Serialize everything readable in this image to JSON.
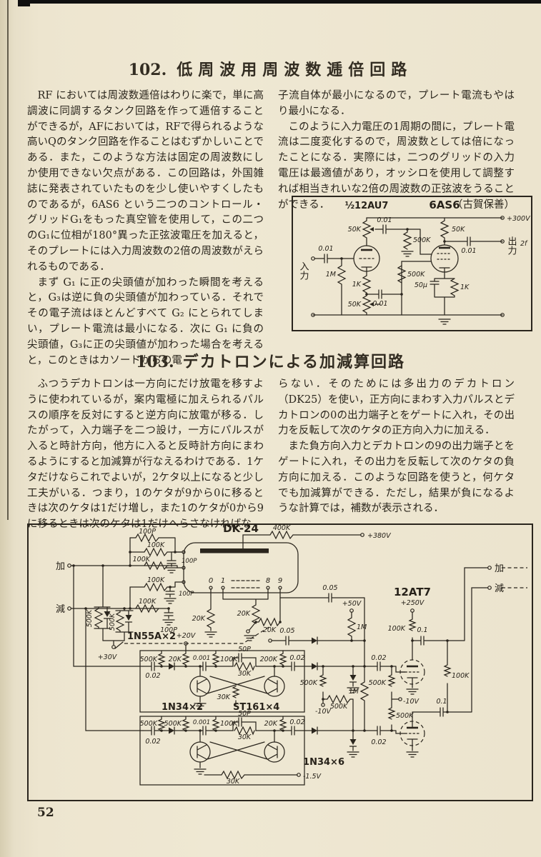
{
  "page": {
    "number": "52"
  },
  "sec102": {
    "number": "102.",
    "title": "低周波用周波数逓倍回路",
    "col1_p1": "RF においては周波数逓倍はわりに楽で，単に高調波に同調するタンク回路を作って逓倍することができるが，AFにおいては，RFで得られるような高いQのタンク回路を作ることはむずかしいことである．また，このような方法は固定の周波数にしか使用できない欠点がある．この回路は，外国雑誌に発表されていたものを少し使いやすくしたものであるが，6AS6 という二つのコントロール・グリッドG₁をもった真空管を使用して，この二つのG₁に位相が180°異った正弦波電圧を加えると，そのプレートには入力周波数の2倍の周波数がえられるものである．",
    "col1_p2": "まず G₁ に正の尖頭値が加わった瞬間を考えると，G₃は逆に負の尖頭値が加わっている．それでその電子流はほとんどすべて G₂ にとられてしまい，プレート電流は最小になる．次に G₁ に負の尖頭値，G₃に正の尖頭値が加わった場合を考えると，このときはカソードからの電",
    "col2_p1": "子流自体が最小になるので，プレート電流もやはり最小になる．",
    "col2_p2": "このように入力電圧の1周期の間に，プレート電流は二度変化するので，周波数としては倍になったことになる．実際には，二つのグリッドの入力電圧は最適値があり，オッシロを使用して調整すれば相当きれいな2倍の周波数の正弦波をうることができる．",
    "byline": "（古賀保善）"
  },
  "c1": {
    "tube1": "½12AU7",
    "tube2": "6AS6",
    "input": "入力",
    "output": "出力",
    "f2": "2f",
    "v300": "+300V",
    "cin": "0.01",
    "r1m": "1M",
    "pot1": "50K",
    "ccpl": "0.01",
    "rg500": "500K",
    "rk1k": "1K",
    "ck": "0.01",
    "rg2": "500K",
    "pot2": "50K",
    "rp": "50K",
    "cout": "0.01",
    "cke": "50μ",
    "rke": "1K"
  },
  "sec103": {
    "number": "103.",
    "title": "デカトロンによる加減算回路",
    "col1_p1": "ふつうデカトロンは一方向にだけ放電を移すように使われているが，案内電極に加えられるパルスの順序を反対にすると逆方向に放電が移る．したがって，入力端子を二つ設け，一方にパルスが入ると時計方向，他方に入ると反時計方向にまわるようにすると加減算が行なえるわけである．1ケタだけならこれでよいが，2ケタ以上になると少し工夫がいる．つまり，1のケタが9から0に移るときは次のケタは1だけ増し，また1のケタが0から9に移るときは次のケタは1だけへらさなければな",
    "col2_p1": "らない．そのためには多出力のデカトロン（DK25）を使い，正方向にまわす入力パルスとデカトロンの0の出力端子とをゲートに入れ，その出力を反転して次のケタの正方向入力に加える．",
    "col2_p2": "また負方向入力とデカトロンの9の出力端子とをゲートに入れ，その出力を反転して次のケタの負方向に加える．このような回路を使うと，何ケタでも加減算ができる．ただし，結果が負になるような計算では，補数が表示される．"
  },
  "c2": {
    "tube": "DK-24",
    "r400": "400K",
    "v380": "+380V",
    "p0": "0",
    "p1": "1",
    "p8": "8",
    "p9": "9",
    "addin": "加",
    "subin": "減",
    "lat1": "100P",
    "lat2": "100K",
    "lat3": "100P",
    "lat4": "100K",
    "lat5": "100K",
    "lat6": "100P",
    "lat7": "100K",
    "lat8": "100P",
    "rd1": "500K",
    "rd2": "500K",
    "dio1": "1N55A×2",
    "v30": "+30V",
    "v20": "+20V",
    "rk0": "20K",
    "rk1": "20K",
    "rk2": "20K",
    "c05a": "0.05",
    "c05b": "0.05",
    "v50": "+50V",
    "r1ma": "1M",
    "f1r1": "500K",
    "f1c1": "0.02",
    "f1r2": "20K",
    "f1c2": "0.001",
    "f1r3": "100K",
    "f1c3": "50P",
    "f1r4": "30K",
    "f1r5": "200K",
    "f1c4": "0.02",
    "f1d": "1N34×2",
    "f1t": "ST161×4",
    "f1r6": "30K",
    "f2r1": "500K",
    "f2c1": "0.02",
    "f2r2": "500K",
    "f2c2": "0.001",
    "f2r3": "100K",
    "f2c3": "50P",
    "f2r4": "30K",
    "f2r5": "20K",
    "f2c4": "0.02",
    "f2r6": "30K",
    "vm15": "-1.5V",
    "r5a": "500K",
    "r5b": "500K",
    "r5c": "500K",
    "r5d": "500K",
    "vm10a": "-10V",
    "vm10b": "-10V",
    "dio2": "1N34×6",
    "c02a": "0.02",
    "c02b": "0.02",
    "r1mb": "1M",
    "t12": "12AT7",
    "v250": "+250V",
    "rpa": "100K",
    "c01a": "0.1",
    "rpb": "100K",
    "c01b": "0.1",
    "addout": "加",
    "subout": "減"
  }
}
